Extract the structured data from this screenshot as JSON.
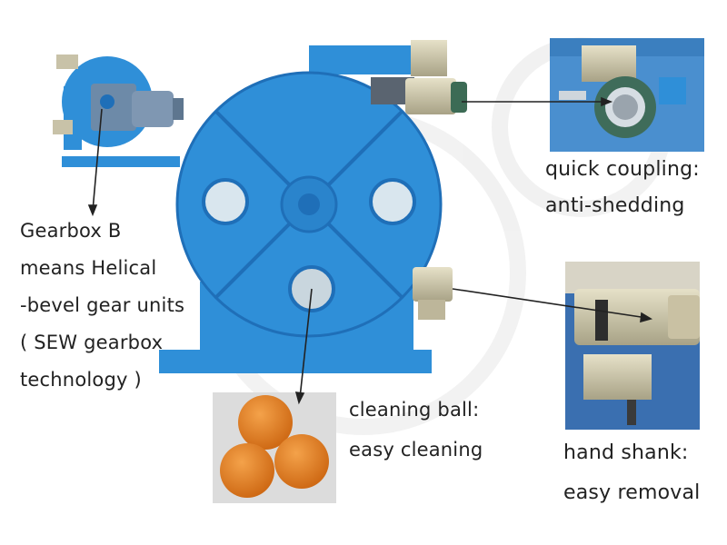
{
  "labels": {
    "gearbox": [
      "Gearbox B",
      "means Helical",
      "-bevel gear units",
      "( SEW gearbox",
      "technology )"
    ],
    "coupling": [
      "quick coupling:",
      "anti-shedding"
    ],
    "ball": [
      "cleaning ball:",
      "easy cleaning"
    ],
    "shank": [
      "hand shank:",
      "easy removal"
    ]
  },
  "colors": {
    "pump_blue": "#2f8fd8",
    "pump_blue_dark": "#1f6fb8",
    "metal": "#c8c2a8",
    "ball_orange": "#e8872a",
    "pointer": "#222222"
  }
}
